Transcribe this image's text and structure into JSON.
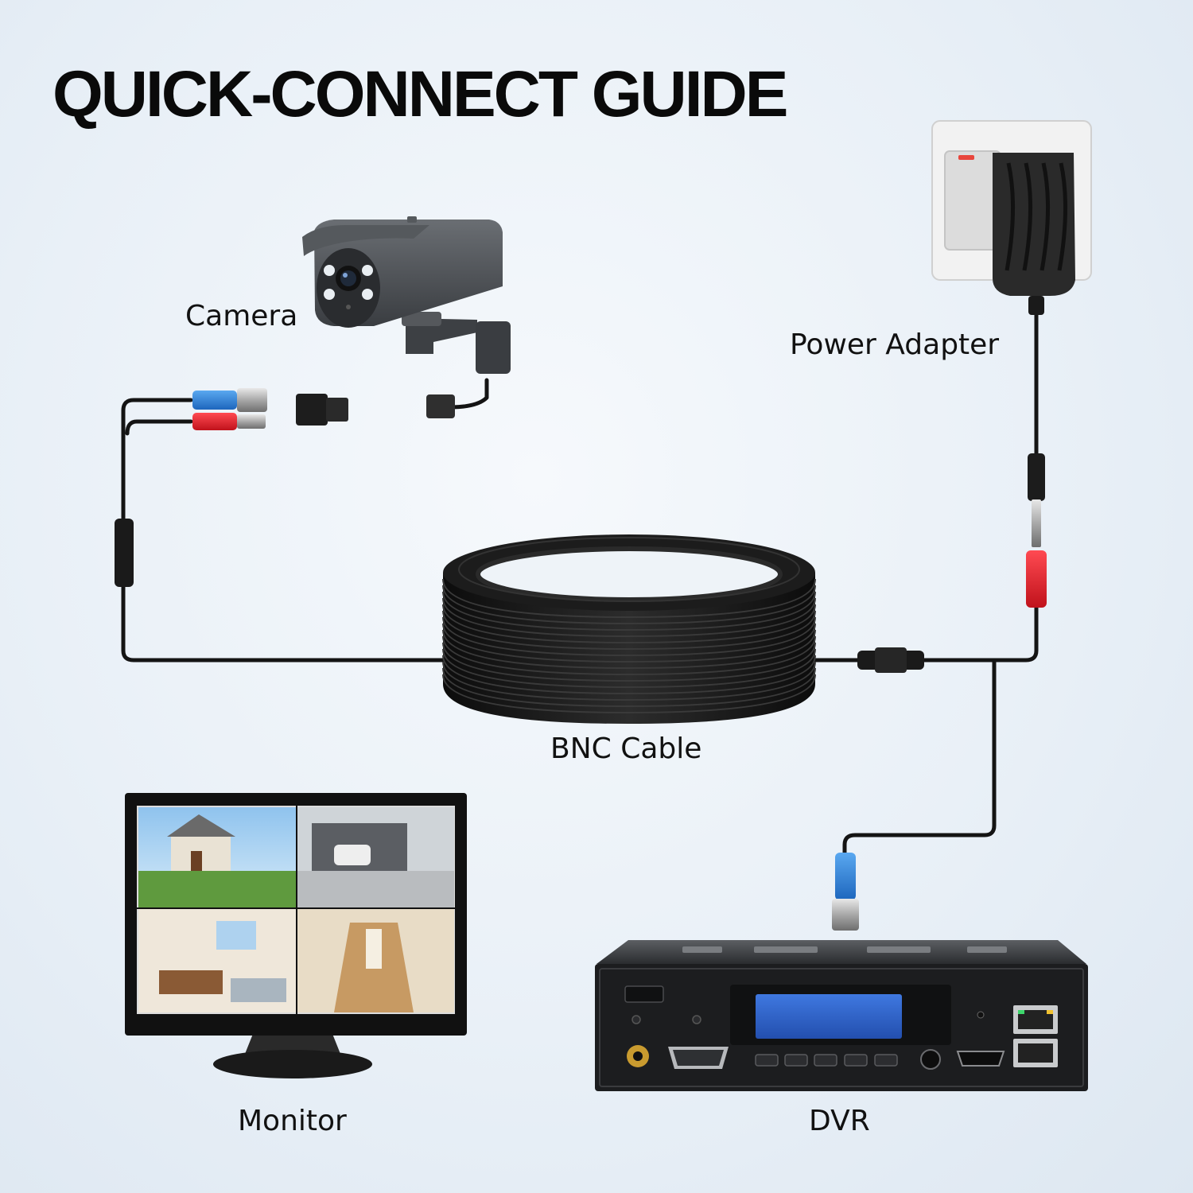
{
  "title": "QUICK-CONNECT GUIDE",
  "labels": {
    "camera": "Camera",
    "power_adapter": "Power Adapter",
    "bnc_cable": "BNC Cable",
    "monitor": "Monitor",
    "dvr": "DVR"
  },
  "colors": {
    "cable": "#141414",
    "bnc_connector": "#2a7fd6",
    "power_connector": "#e0202a",
    "camera_body": "#4a4d51",
    "dvr_display": "#2f63c9"
  },
  "icons": [
    "camera-icon",
    "power-adapter-icon",
    "bnc-cable-coil-icon",
    "monitor-icon",
    "dvr-icon"
  ]
}
